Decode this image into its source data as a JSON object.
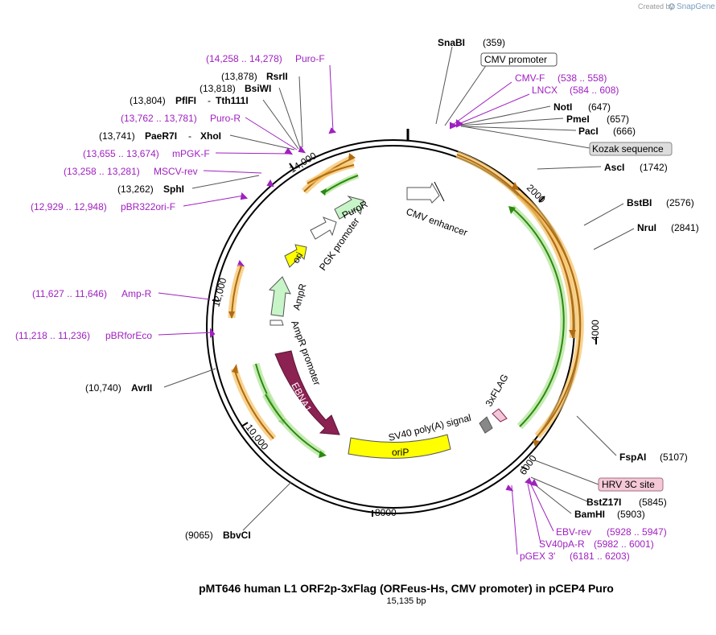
{
  "brand": {
    "prefix": "Created by",
    "name": "SnapGene"
  },
  "title": "pMT646 human L1 ORF2p-3xFlag (ORFeus-Hs, CMV promoter) in pCEP4 Puro",
  "length_label": "15,135 bp",
  "colors": {
    "orange": "#f0a020",
    "green": "#3a9a20",
    "backbone": "#000000",
    "primer": "#a020c0",
    "ebna": "#8b2252",
    "ori": "#ffff00"
  },
  "ticks": [
    "2000",
    "4000",
    "6000",
    "8000",
    "10,000",
    "12,000",
    "14,000"
  ],
  "sites": [
    {
      "name": "SnaBI",
      "pos": "(359)"
    },
    {
      "name": "NotI",
      "pos": "(647)"
    },
    {
      "name": "PmeI",
      "pos": "(657)"
    },
    {
      "name": "PacI",
      "pos": "(666)"
    },
    {
      "name": "AscI",
      "pos": "(1742)"
    },
    {
      "name": "BstBI",
      "pos": "(2576)"
    },
    {
      "name": "NruI",
      "pos": "(2841)"
    },
    {
      "name": "FspAI",
      "pos": "(5107)"
    },
    {
      "name": "BstZ17I",
      "pos": "(5845)"
    },
    {
      "name": "BamHI",
      "pos": "(5903)"
    },
    {
      "name": "BbvCI",
      "pos": "(9065)"
    },
    {
      "name": "AvrII",
      "pos": "(10,740)"
    },
    {
      "name": "SphI",
      "pos": "(13,262)"
    },
    {
      "name": "PaeR7I",
      "pos": "(13,741)",
      "name2": "XhoI"
    },
    {
      "name": "PflFI",
      "pos": "(13,804)",
      "name2": "Tth111I"
    },
    {
      "name": "BsiWI",
      "pos": "(13,818)"
    },
    {
      "name": "RsrII",
      "pos": "(13,878)"
    }
  ],
  "primers": [
    {
      "name": "CMV-F",
      "range": "(538 .. 558)"
    },
    {
      "name": "LNCX",
      "range": "(584 .. 608)"
    },
    {
      "name": "EBV-rev",
      "range": "(5928 .. 5947)"
    },
    {
      "name": "SV40pA-R",
      "range": "(5982 .. 6001)"
    },
    {
      "name": "pGEX 3'",
      "range": "(6181 .. 6203)"
    },
    {
      "name": "pBRforEco",
      "range": "(11,218 .. 11,236)"
    },
    {
      "name": "Amp-R",
      "range": "(11,627 .. 11,646)"
    },
    {
      "name": "pBR322ori-F",
      "range": "(12,929 .. 12,948)"
    },
    {
      "name": "MSCV-rev",
      "range": "(13,258 .. 13,281)"
    },
    {
      "name": "mPGK-F",
      "range": "(13,655 .. 13,674)"
    },
    {
      "name": "Puro-R",
      "range": "(13,762 .. 13,781)"
    },
    {
      "name": "Puro-F",
      "range": "(14,258 .. 14,278)"
    }
  ],
  "boxed_features": {
    "cmv_promoter": "CMV promoter",
    "kozak": "Kozak sequence",
    "hrv": "HRV 3C site"
  },
  "features": {
    "cmv_enhancer": "CMV enhancer",
    "sv40": "SV40 poly(A) signal",
    "flag": "3xFLAG",
    "orip": "oriP",
    "ebna1": "EBNA1",
    "ampr_promoter": "AmpR promoter",
    "ampr": "AmpR",
    "ori": "ori",
    "pgk": "PGK promoter",
    "puror": "PuroR"
  }
}
